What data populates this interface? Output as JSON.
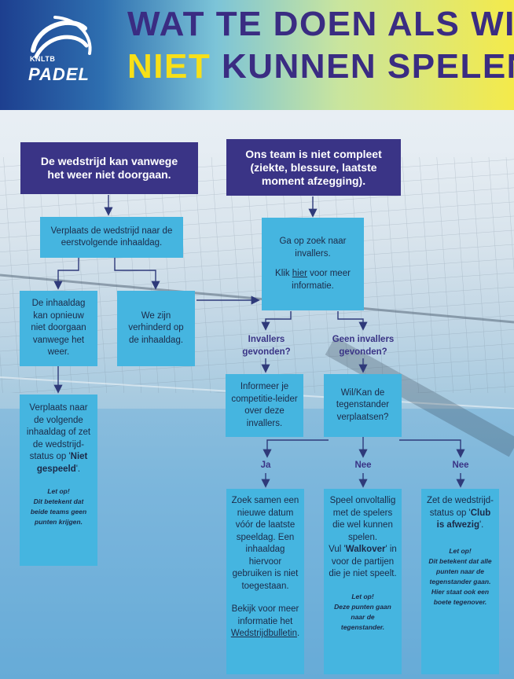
{
  "header": {
    "logo_sub": "KNLTB",
    "logo_main": "PADEL",
    "title_line1": "WAT TE DOEN ALS WIJ",
    "title_highlight": "NIET",
    "title_rest": "KUNNEN SPELEN?",
    "colors": {
      "title": "#3a2c82",
      "highlight": "#f7e018"
    }
  },
  "flow": {
    "weather_start": "De wedstrijd kan vanwege het weer niet doorgaan.",
    "team_start": "Ons team is niet compleet (ziekte, blessure, laatste moment afzegging).",
    "reschedule": "Verplaats de wedstrijd naar de eerstvolgende inhaaldag.",
    "catchup_weather": "De inhaaldag kan opnieuw niet doorgaan vanwege het weer.",
    "prevented": "We zijn verhinderd op de inhaaldag.",
    "move_next": {
      "pre": "Verplaats naar de volgende inhaaldag of zet de wedstrijd-status op '",
      "bold": "Niet gespeeld",
      "post": "'.",
      "note_head": "Let op!",
      "note": "Dit betekent dat beide teams geen punten krijgen."
    },
    "find_subs": {
      "line1": "Ga op zoek naar invallers.",
      "pre": "Klik ",
      "link": "hier",
      "post": " voor meer informatie."
    },
    "subs_found": "Invallers gevonden?",
    "no_subs_found": "Geen invallers gevonden?",
    "inform": "Informeer je competitie-leider over deze invallers.",
    "opponent": "Wil/Kan de tegenstander verplaatsen?",
    "yes": "Ja",
    "no1": "Nee",
    "no2": "Nee",
    "new_date": {
      "text": "Zoek samen een nieuwe datum vóór de laatste speeldag. Een inhaaldag hiervoor gebruiken is niet toegestaan.",
      "more_pre": "Bekijk voor meer informatie het ",
      "more_link": "Wedstrijdbulletin",
      "more_post": "."
    },
    "incomplete": {
      "text": "Speel onvoltallig met de spelers die wel kunnen spelen.",
      "pre": "Vul '",
      "bold": "Walkover",
      "post": "' in voor de partijen die je niet speelt.",
      "note_head": "Let op!",
      "note": "Deze punten gaan naar de tegenstander."
    },
    "club_absent": {
      "pre": "Zet de wedstrijd-status op '",
      "bold": "Club is afwezig",
      "post": "'.",
      "note_head": "Let op!",
      "note": "Dit betekent dat alle punten naar de tegenstander gaan. Hier staat ook een boete tegenover."
    }
  }
}
